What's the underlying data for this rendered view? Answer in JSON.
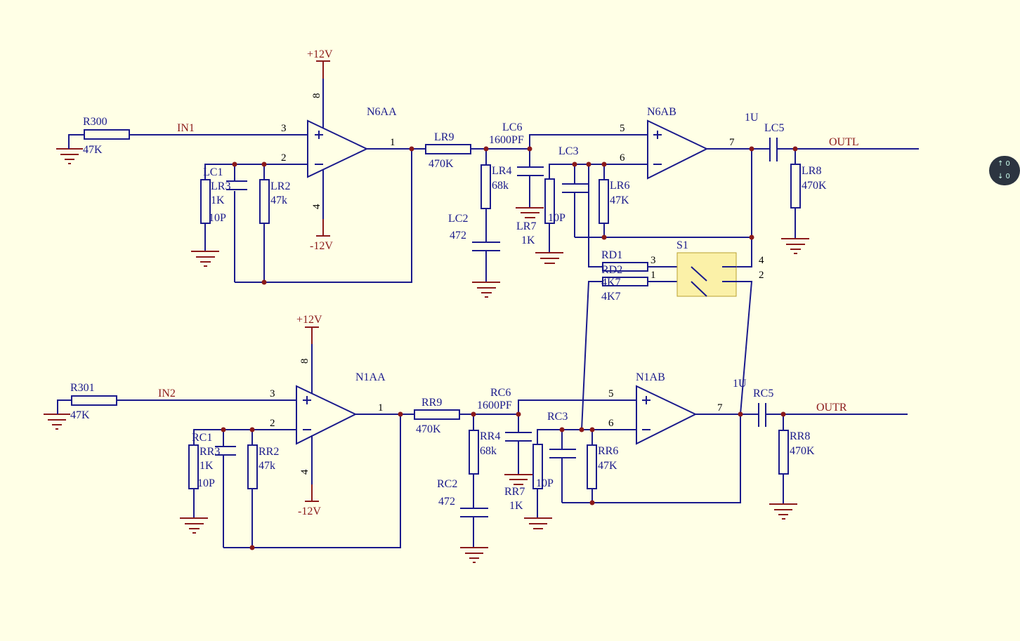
{
  "schematic": {
    "top": {
      "r_in": {
        "ref": "R300",
        "val": "47K"
      },
      "net_in": "IN1",
      "opamp1": {
        "ref": "N6AA",
        "pos_rail": "+12V",
        "neg_rail": "-12V",
        "pin_vp": "8",
        "pin_vn": "4",
        "pin_in_p": "3",
        "pin_in_n": "2",
        "pin_out": "1"
      },
      "c1": {
        "ref": "LC1",
        "val": "10P"
      },
      "r3": {
        "ref": "LR3",
        "val": "1K"
      },
      "r2": {
        "ref": "LR2",
        "val": "47k"
      },
      "r9": {
        "ref": "LR9",
        "val": "470K"
      },
      "c6": {
        "ref": "LC6",
        "val": "1600PF"
      },
      "r4": {
        "ref": "LR4",
        "val": "68k"
      },
      "c2": {
        "ref": "LC2",
        "val": "472"
      },
      "c3": {
        "ref": "LC3",
        "val": "10P"
      },
      "r7": {
        "ref": "LR7",
        "val": "1K"
      },
      "r6": {
        "ref": "LR6",
        "val": "47K"
      },
      "opamp2": {
        "ref": "N6AB",
        "pin_in_p": "5",
        "pin_in_n": "6",
        "pin_out": "7"
      },
      "c5": {
        "ref": "LC5",
        "val": "1U"
      },
      "r8": {
        "ref": "LR8",
        "val": "470K"
      },
      "net_out": "OUTL",
      "rd1": {
        "ref": "RD1",
        "val": "4K7"
      },
      "rd2": {
        "ref": "RD2",
        "val": "4K7"
      }
    },
    "switch": {
      "ref": "S1",
      "p1": "1",
      "p2": "2",
      "p3": "3",
      "p4": "4"
    },
    "bottom": {
      "r_in": {
        "ref": "R301",
        "val": "47K"
      },
      "net_in": "IN2",
      "opamp1": {
        "ref": "N1AA",
        "pos_rail": "+12V",
        "neg_rail": "-12V",
        "pin_vp": "8",
        "pin_vn": "4",
        "pin_in_p": "3",
        "pin_in_n": "2",
        "pin_out": "1"
      },
      "c1": {
        "ref": "RC1",
        "val": "10P"
      },
      "r3": {
        "ref": "RR3",
        "val": "1K"
      },
      "r2": {
        "ref": "RR2",
        "val": "47k"
      },
      "r9": {
        "ref": "RR9",
        "val": "470K"
      },
      "c6": {
        "ref": "RC6",
        "val": "1600PF"
      },
      "r4": {
        "ref": "RR4",
        "val": "68k"
      },
      "c2": {
        "ref": "RC2",
        "val": "472"
      },
      "c3": {
        "ref": "RC3",
        "val": "10P"
      },
      "r7": {
        "ref": "RR7",
        "val": "1K"
      },
      "r6": {
        "ref": "RR6",
        "val": "47K"
      },
      "opamp2": {
        "ref": "N1AB",
        "pin_in_p": "5",
        "pin_in_n": "6",
        "pin_out": "7"
      },
      "c5": {
        "ref": "RC5",
        "val": "1U"
      },
      "r8": {
        "ref": "RR8",
        "val": "470K"
      },
      "net_out": "OUTR"
    }
  },
  "badge": {
    "up": "↑ 0",
    "down": "↓ 0"
  },
  "colors": {
    "background": "#ffffe6",
    "wire": "#1a1a8c",
    "net": "#8b1a1a",
    "switch_fill": "#fbf1a8"
  }
}
